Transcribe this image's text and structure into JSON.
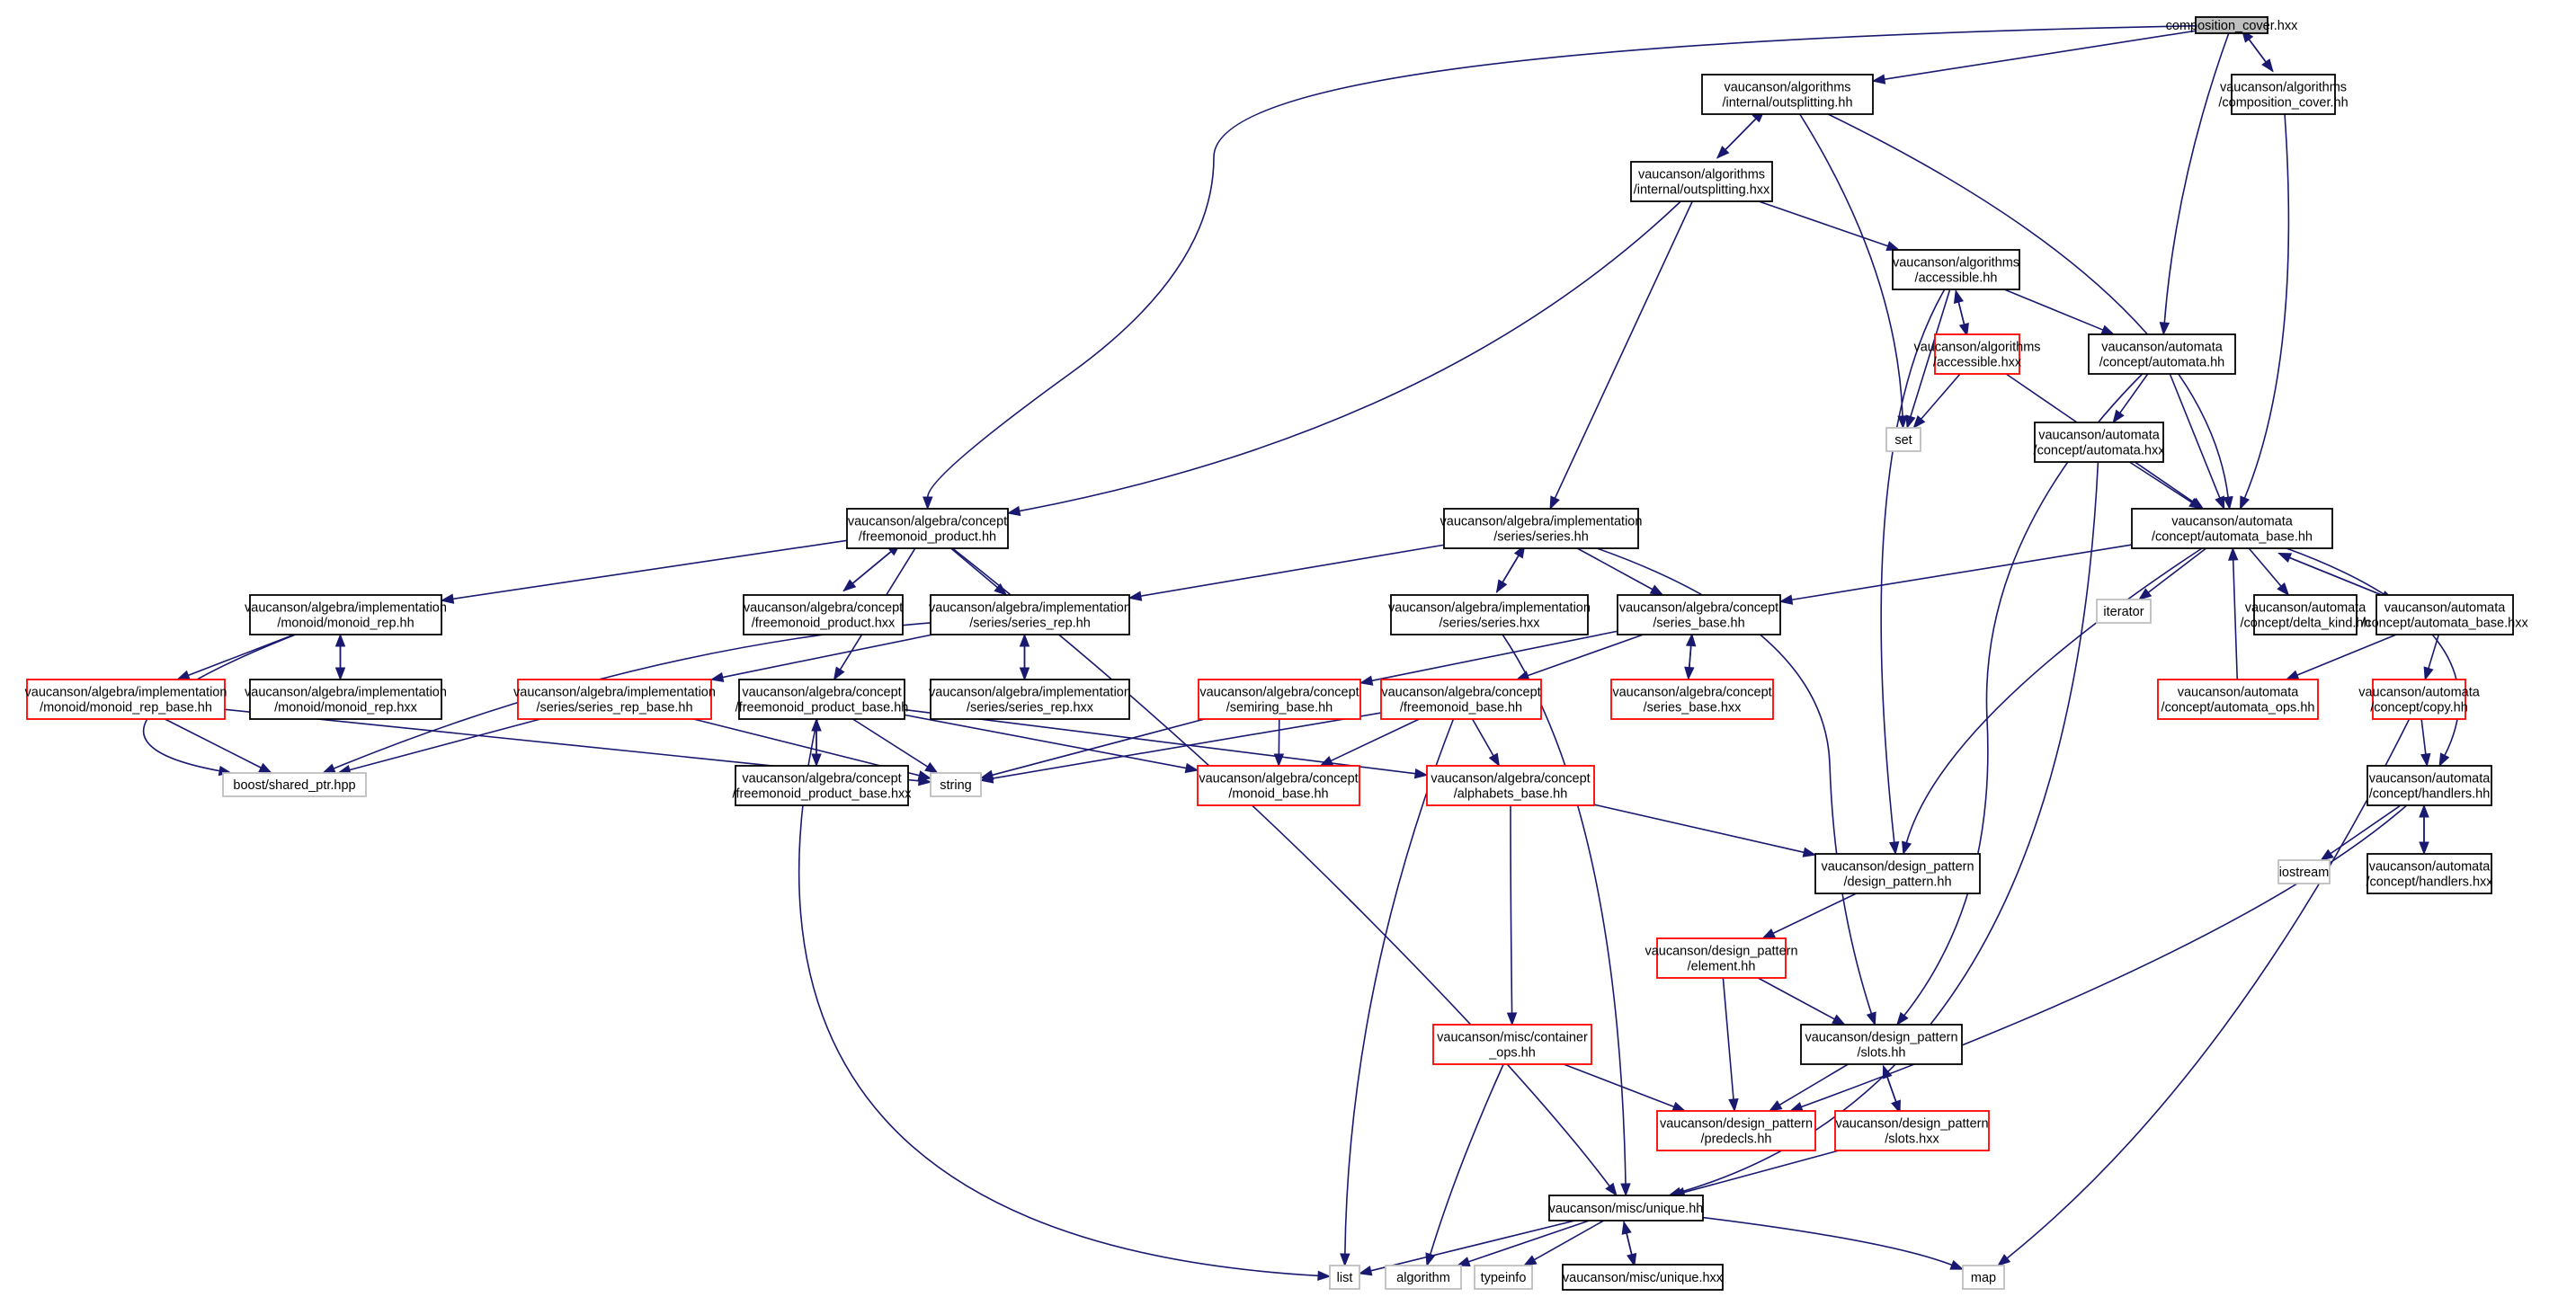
{
  "colors": {
    "edge": "#191970",
    "node_border_default": "#000000",
    "node_border_incomplete": "#ff0000",
    "node_border_external": "#bfbfbf",
    "node_fill_root": "#bfbfbf",
    "node_fill": "#ffffff"
  },
  "nodes": [
    {
      "id": "root",
      "lines": [
        "composition_cover.hxx"
      ],
      "kind": "root"
    },
    {
      "id": "cc_hh",
      "lines": [
        "vaucanson/algorithms",
        "/composition_cover.hh"
      ],
      "kind": "normal"
    },
    {
      "id": "os_hh",
      "lines": [
        "vaucanson/algorithms",
        "/internal/outsplitting.hh"
      ],
      "kind": "normal"
    },
    {
      "id": "os_hxx",
      "lines": [
        "vaucanson/algorithms",
        "/internal/outsplitting.hxx"
      ],
      "kind": "normal"
    },
    {
      "id": "acc_hh",
      "lines": [
        "vaucanson/algorithms",
        "/accessible.hh"
      ],
      "kind": "normal"
    },
    {
      "id": "acc_hxx",
      "lines": [
        "vaucanson/algorithms",
        "/accessible.hxx"
      ],
      "kind": "incomplete"
    },
    {
      "id": "aut_hh",
      "lines": [
        "vaucanson/automata",
        "/concept/automata.hh"
      ],
      "kind": "normal"
    },
    {
      "id": "set",
      "lines": [
        "set"
      ],
      "kind": "external"
    },
    {
      "id": "aut_hxx",
      "lines": [
        "vaucanson/automata",
        "/concept/automata.hxx"
      ],
      "kind": "normal"
    },
    {
      "id": "autb_hh",
      "lines": [
        "vaucanson/automata",
        "/concept/automata_base.hh"
      ],
      "kind": "normal"
    },
    {
      "id": "fp_hh",
      "lines": [
        "vaucanson/algebra/concept",
        "/freemonoid_product.hh"
      ],
      "kind": "normal"
    },
    {
      "id": "ser_hh",
      "lines": [
        "vaucanson/algebra/implementation",
        "/series/series.hh"
      ],
      "kind": "normal"
    },
    {
      "id": "mr_hh",
      "lines": [
        "vaucanson/algebra/implementation",
        "/monoid/monoid_rep.hh"
      ],
      "kind": "normal"
    },
    {
      "id": "fp_hxx",
      "lines": [
        "vaucanson/algebra/concept",
        "/freemonoid_product.hxx"
      ],
      "kind": "normal"
    },
    {
      "id": "sr_hh",
      "lines": [
        "vaucanson/algebra/implementation",
        "/series/series_rep.hh"
      ],
      "kind": "normal"
    },
    {
      "id": "ser_hxx",
      "lines": [
        "vaucanson/algebra/implementation",
        "/series/series.hxx"
      ],
      "kind": "normal"
    },
    {
      "id": "sb_hh",
      "lines": [
        "vaucanson/algebra/concept",
        "/series_base.hh"
      ],
      "kind": "normal"
    },
    {
      "id": "iterator",
      "lines": [
        "iterator"
      ],
      "kind": "external"
    },
    {
      "id": "dk_hh",
      "lines": [
        "vaucanson/automata",
        "/concept/delta_kind.hh"
      ],
      "kind": "normal"
    },
    {
      "id": "autb_hxx",
      "lines": [
        "vaucanson/automata",
        "/concept/automata_base.hxx"
      ],
      "kind": "normal"
    },
    {
      "id": "mrb_hh",
      "lines": [
        "vaucanson/algebra/implementation",
        "/monoid/monoid_rep_base.hh"
      ],
      "kind": "incomplete"
    },
    {
      "id": "mr_hxx",
      "lines": [
        "vaucanson/algebra/implementation",
        "/monoid/monoid_rep.hxx"
      ],
      "kind": "normal"
    },
    {
      "id": "srb_hh",
      "lines": [
        "vaucanson/algebra/implementation",
        "/series/series_rep_base.hh"
      ],
      "kind": "incomplete"
    },
    {
      "id": "fpb_hh",
      "lines": [
        "vaucanson/algebra/concept",
        "/freemonoid_product_base.hh"
      ],
      "kind": "normal"
    },
    {
      "id": "sr_hxx",
      "lines": [
        "vaucanson/algebra/implementation",
        "/series/series_rep.hxx"
      ],
      "kind": "normal"
    },
    {
      "id": "semb_hh",
      "lines": [
        "vaucanson/algebra/concept",
        "/semiring_base.hh"
      ],
      "kind": "incomplete"
    },
    {
      "id": "fmb_hh",
      "lines": [
        "vaucanson/algebra/concept",
        "/freemonoid_base.hh"
      ],
      "kind": "incomplete"
    },
    {
      "id": "sb_hxx",
      "lines": [
        "vaucanson/algebra/concept",
        "/series_base.hxx"
      ],
      "kind": "incomplete"
    },
    {
      "id": "aops_hh",
      "lines": [
        "vaucanson/automata",
        "/concept/automata_ops.hh"
      ],
      "kind": "incomplete"
    },
    {
      "id": "copy_hh",
      "lines": [
        "vaucanson/automata",
        "/concept/copy.hh"
      ],
      "kind": "incomplete"
    },
    {
      "id": "bsp",
      "lines": [
        "boost/shared_ptr.hpp"
      ],
      "kind": "external"
    },
    {
      "id": "string",
      "lines": [
        "string"
      ],
      "kind": "external"
    },
    {
      "id": "fpb_hxx",
      "lines": [
        "vaucanson/algebra/concept",
        "/freemonoid_product_base.hxx"
      ],
      "kind": "normal"
    },
    {
      "id": "mb_hh",
      "lines": [
        "vaucanson/algebra/concept",
        "/monoid_base.hh"
      ],
      "kind": "incomplete"
    },
    {
      "id": "ab_hh",
      "lines": [
        "vaucanson/algebra/concept",
        "/alphabets_base.hh"
      ],
      "kind": "incomplete"
    },
    {
      "id": "hdl_hh",
      "lines": [
        "vaucanson/automata",
        "/concept/handlers.hh"
      ],
      "kind": "normal"
    },
    {
      "id": "dp_hh",
      "lines": [
        "vaucanson/design_pattern",
        "/design_pattern.hh"
      ],
      "kind": "normal"
    },
    {
      "id": "iostream",
      "lines": [
        "iostream"
      ],
      "kind": "external"
    },
    {
      "id": "hdl_hxx",
      "lines": [
        "vaucanson/automata",
        "/concept/handlers.hxx"
      ],
      "kind": "normal"
    },
    {
      "id": "el_hh",
      "lines": [
        "vaucanson/design_pattern",
        "/element.hh"
      ],
      "kind": "incomplete"
    },
    {
      "id": "slots_hh",
      "lines": [
        "vaucanson/design_pattern",
        "/slots.hh"
      ],
      "kind": "normal"
    },
    {
      "id": "co_hh",
      "lines": [
        "vaucanson/misc/container",
        "_ops.hh"
      ],
      "kind": "incomplete"
    },
    {
      "id": "pred_hh",
      "lines": [
        "vaucanson/design_pattern",
        "/predecls.hh"
      ],
      "kind": "incomplete"
    },
    {
      "id": "slots_hxx",
      "lines": [
        "vaucanson/design_pattern",
        "/slots.hxx"
      ],
      "kind": "incomplete"
    },
    {
      "id": "uniq_hh",
      "lines": [
        "vaucanson/misc/unique.hh"
      ],
      "kind": "normal"
    },
    {
      "id": "list",
      "lines": [
        "list"
      ],
      "kind": "external"
    },
    {
      "id": "algorithm",
      "lines": [
        "algorithm"
      ],
      "kind": "external"
    },
    {
      "id": "typeinfo",
      "lines": [
        "typeinfo"
      ],
      "kind": "external"
    },
    {
      "id": "uniq_hxx",
      "lines": [
        "vaucanson/misc/unique.hxx"
      ],
      "kind": "normal"
    },
    {
      "id": "map",
      "lines": [
        "map"
      ],
      "kind": "external"
    }
  ],
  "edges": [
    [
      "root",
      "os_hh"
    ],
    [
      "root",
      "cc_hh"
    ],
    [
      "root",
      "aut_hh"
    ],
    [
      "root",
      "fp_hh"
    ],
    [
      "cc_hh",
      "root"
    ],
    [
      "cc_hh",
      "autb_hh"
    ],
    [
      "os_hh",
      "os_hxx"
    ],
    [
      "os_hh",
      "set"
    ],
    [
      "os_hh",
      "autb_hh"
    ],
    [
      "os_hxx",
      "os_hh"
    ],
    [
      "os_hxx",
      "acc_hh"
    ],
    [
      "os_hxx",
      "fp_hh"
    ],
    [
      "os_hxx",
      "ser_hh"
    ],
    [
      "acc_hh",
      "acc_hxx"
    ],
    [
      "acc_hh",
      "aut_hh"
    ],
    [
      "acc_hh",
      "set"
    ],
    [
      "acc_hh",
      "dp_hh"
    ],
    [
      "acc_hxx",
      "acc_hh"
    ],
    [
      "acc_hxx",
      "set"
    ],
    [
      "acc_hxx",
      "autb_hh"
    ],
    [
      "aut_hh",
      "aut_hxx"
    ],
    [
      "aut_hh",
      "autb_hh"
    ],
    [
      "aut_hh",
      "slots_hh"
    ],
    [
      "aut_hxx",
      "autb_hh"
    ],
    [
      "aut_hxx",
      "uniq_hh"
    ],
    [
      "autb_hh",
      "sb_hh"
    ],
    [
      "autb_hh",
      "iterator"
    ],
    [
      "autb_hh",
      "dk_hh"
    ],
    [
      "autb_hh",
      "autb_hxx"
    ],
    [
      "autb_hh",
      "hdl_hh"
    ],
    [
      "autb_hh",
      "dp_hh"
    ],
    [
      "autb_hxx",
      "autb_hh"
    ],
    [
      "autb_hxx",
      "aops_hh"
    ],
    [
      "autb_hxx",
      "copy_hh"
    ],
    [
      "aops_hh",
      "autb_hh"
    ],
    [
      "copy_hh",
      "hdl_hh"
    ],
    [
      "copy_hh",
      "map"
    ],
    [
      "hdl_hh",
      "hdl_hxx"
    ],
    [
      "hdl_hh",
      "iostream"
    ],
    [
      "hdl_hh",
      "pred_hh"
    ],
    [
      "hdl_hxx",
      "hdl_hh"
    ],
    [
      "fp_hh",
      "mr_hh"
    ],
    [
      "fp_hh",
      "fp_hxx"
    ],
    [
      "fp_hh",
      "sr_hh"
    ],
    [
      "fp_hh",
      "fpb_hh"
    ],
    [
      "fp_hh",
      "uniq_hh"
    ],
    [
      "fp_hxx",
      "fp_hh"
    ],
    [
      "mr_hh",
      "mrb_hh"
    ],
    [
      "mr_hh",
      "mr_hxx"
    ],
    [
      "mr_hh",
      "bsp"
    ],
    [
      "mr_hxx",
      "mr_hh"
    ],
    [
      "mrb_hh",
      "bsp"
    ],
    [
      "mrb_hh",
      "string"
    ],
    [
      "sr_hh",
      "srb_hh"
    ],
    [
      "sr_hh",
      "sr_hxx"
    ],
    [
      "sr_hh",
      "bsp"
    ],
    [
      "sr_hxx",
      "sr_hh"
    ],
    [
      "srb_hh",
      "bsp"
    ],
    [
      "srb_hh",
      "string"
    ],
    [
      "fpb_hh",
      "fpb_hxx"
    ],
    [
      "fpb_hh",
      "string"
    ],
    [
      "fpb_hh",
      "mb_hh"
    ],
    [
      "fpb_hh",
      "ab_hh"
    ],
    [
      "fpb_hh",
      "list"
    ],
    [
      "fpb_hxx",
      "fpb_hh"
    ],
    [
      "ser_hh",
      "ser_hxx"
    ],
    [
      "ser_hh",
      "sb_hh"
    ],
    [
      "ser_hh",
      "sr_hh"
    ],
    [
      "ser_hh",
      "slots_hh"
    ],
    [
      "ser_hxx",
      "ser_hh"
    ],
    [
      "ser_hxx",
      "uniq_hh"
    ],
    [
      "sb_hh",
      "semb_hh"
    ],
    [
      "sb_hh",
      "fmb_hh"
    ],
    [
      "sb_hh",
      "sb_hxx"
    ],
    [
      "sb_hxx",
      "sb_hh"
    ],
    [
      "semb_hh",
      "mb_hh"
    ],
    [
      "semb_hh",
      "string"
    ],
    [
      "fmb_hh",
      "mb_hh"
    ],
    [
      "fmb_hh",
      "ab_hh"
    ],
    [
      "fmb_hh",
      "string"
    ],
    [
      "fmb_hh",
      "list"
    ],
    [
      "ab_hh",
      "dp_hh"
    ],
    [
      "ab_hh",
      "co_hh"
    ],
    [
      "dp_hh",
      "el_hh"
    ],
    [
      "el_hh",
      "slots_hh"
    ],
    [
      "el_hh",
      "pred_hh"
    ],
    [
      "slots_hh",
      "pred_hh"
    ],
    [
      "slots_hh",
      "slots_hxx"
    ],
    [
      "slots_hxx",
      "slots_hh"
    ],
    [
      "slots_hxx",
      "uniq_hh"
    ],
    [
      "co_hh",
      "pred_hh"
    ],
    [
      "co_hh",
      "algorithm"
    ],
    [
      "uniq_hh",
      "list"
    ],
    [
      "uniq_hh",
      "algorithm"
    ],
    [
      "uniq_hh",
      "typeinfo"
    ],
    [
      "uniq_hh",
      "uniq_hxx"
    ],
    [
      "uniq_hh",
      "map"
    ],
    [
      "uniq_hxx",
      "uniq_hh"
    ]
  ]
}
